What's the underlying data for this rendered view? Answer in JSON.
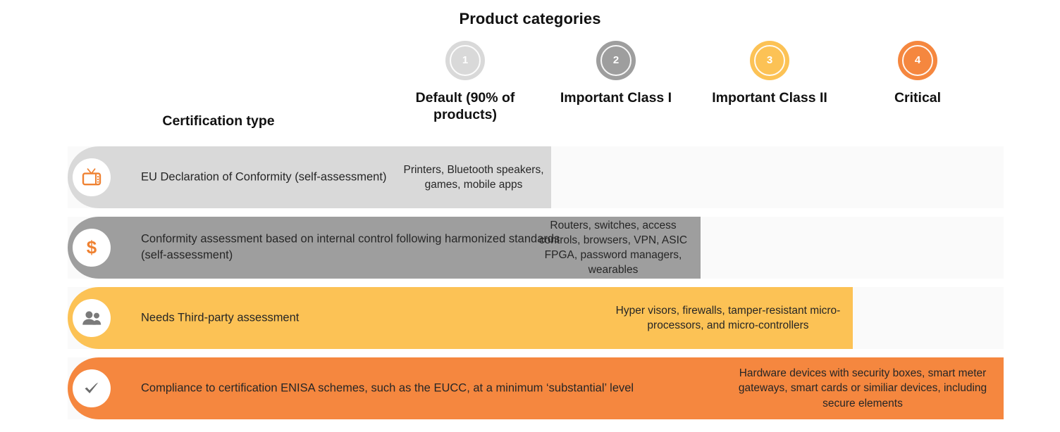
{
  "title": "Product categories",
  "row_header": {
    "label": "Certification type"
  },
  "colors": {
    "category_1": "#d9d9d9",
    "category_2": "#9e9e9e",
    "category_3": "#fcc255",
    "category_4": "#f5873f",
    "track": "#fafafa",
    "icon_orange": "#ef8131",
    "icon_gray": "#7a7a7a",
    "text": "#262626"
  },
  "categories": [
    {
      "number": "1",
      "label": "Default (90% of products)",
      "color": "#d9d9d9"
    },
    {
      "number": "2",
      "label": "Important Class I",
      "color": "#9e9e9e"
    },
    {
      "number": "3",
      "label": "Important Class II",
      "color": "#fcc255"
    },
    {
      "number": "4",
      "label": "Critical",
      "color": "#f5873f"
    }
  ],
  "rows": [
    {
      "icon": "television-icon",
      "label": "EU Declaration of Conformity (self-assessment)",
      "color": "#d9d9d9",
      "cell_text": "Printers, Bluetooth speakers, games, mobile apps"
    },
    {
      "icon": "dollar-sign-icon",
      "label": "Conformity assessment based on internal control following harmonized standards (self-assessment)",
      "color": "#9e9e9e",
      "cell_text": "Routers, switches, access controls, browsers, VPN, ASIC FPGA, password managers, wearables"
    },
    {
      "icon": "people-icon",
      "label": "Needs Third-party assessment",
      "color": "#fcc255",
      "cell_text": "Hyper visors, firewalls, tamper-resistant micro-processors, and micro-controllers"
    },
    {
      "icon": "checkmark-icon",
      "label": "Compliance to certification ENISA schemes, such as the EUCC, at a minimum ‘substantial’ level",
      "color": "#f5873f",
      "cell_text": "Hardware devices with security boxes, smart meter gateways, smart cards or similiar devices, including secure elements"
    }
  ]
}
